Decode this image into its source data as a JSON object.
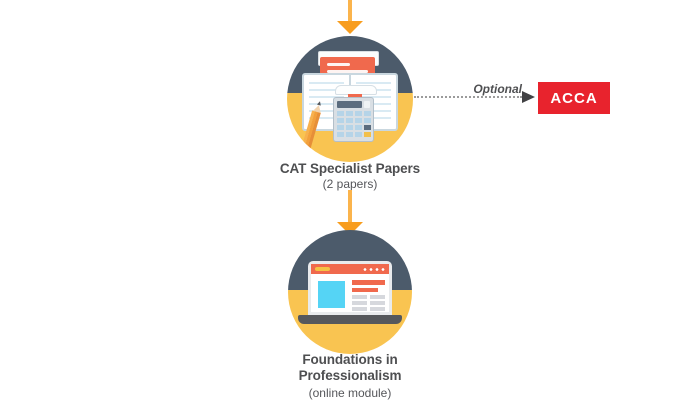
{
  "flow": {
    "nodes": [
      {
        "title": "CAT Specialist Papers",
        "subtitle": "(2 papers)",
        "icon": "open-book-calculator-pencil-icon"
      },
      {
        "title_line1": "Foundations in",
        "title_line2": "Professionalism",
        "subtitle": "(online module)",
        "icon": "laptop-webpage-icon"
      }
    ],
    "connectors": [
      {
        "type": "arrow-down",
        "from": "above",
        "to": "cat-specialist-papers"
      },
      {
        "type": "arrow-down",
        "from": "cat-specialist-papers",
        "to": "foundations-in-professionalism"
      }
    ],
    "optional_branch": {
      "label": "Optional",
      "style": "dotted-arrow-right",
      "target_label": "ACCA"
    }
  },
  "colors": {
    "background": "#FFFFFF",
    "circle_top": "#4C5B6B",
    "circle_bottom": "#F9C451",
    "arrow_stem": "#FBB44C",
    "arrow_head": "#F89D1E",
    "acca_red": "#E8232D",
    "acca_text": "#FFFFFF",
    "illustration_orange": "#F0694D",
    "illustration_cyan": "#55D4F5",
    "illustration_yellow": "#F5C244",
    "title_text": "#4E4F51"
  }
}
